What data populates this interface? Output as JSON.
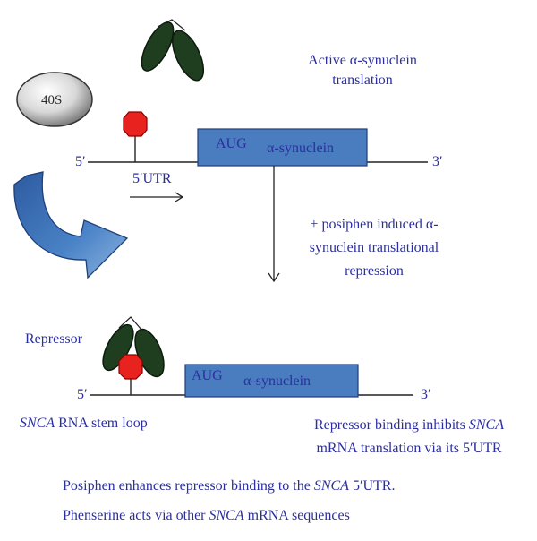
{
  "top": {
    "active_line1": "Active α-synuclein",
    "active_line2": "translation",
    "ribosome_label": "40S",
    "five_prime": "5′",
    "three_prime": "3′",
    "utr_label": "5′UTR",
    "aug": "AUG",
    "gene": "α-synuclein"
  },
  "middle": {
    "repression_line1": "+ posiphen induced α-",
    "repression_line2": "synuclein translational",
    "repression_line3": "repression"
  },
  "bottom": {
    "repressor_label": "Repressor",
    "five_prime": "5′",
    "three_prime": "3′",
    "aug": "AUG",
    "gene": "α-synuclein",
    "stem_loop_gene": "SNCA",
    "stem_loop_rest": " RNA stem loop",
    "inhibit_pre": "Repressor binding inhibits ",
    "inhibit_gene": "SNCA",
    "inhibit_line2": "mRNA translation via its 5′UTR"
  },
  "footer": {
    "line1_pre": "Posiphen enhances repressor binding to the ",
    "line1_gene": "SNCA",
    "line1_post": " 5′UTR.",
    "line2_pre": "Phenserine acts via other ",
    "line2_gene": "SNCA",
    "line2_post": " mRNA sequences"
  },
  "colors": {
    "text": "#2b2f9e",
    "gene_box": "#4a7cc0",
    "repressor_green": "#1f3d1f",
    "stop_sign": "#e8231f",
    "curved_arrow": "#3f73b9"
  }
}
